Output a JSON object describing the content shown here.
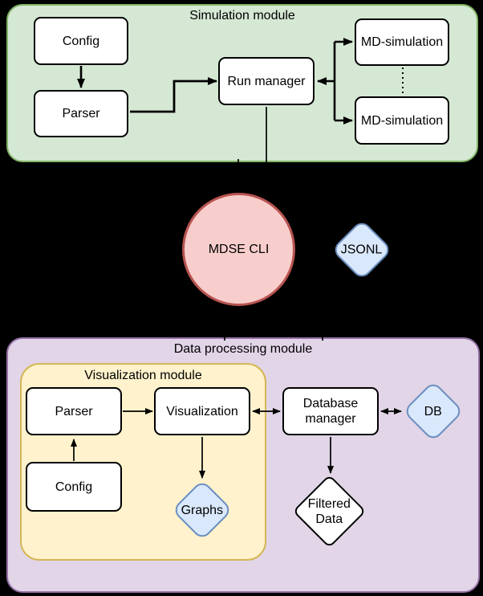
{
  "canvas": {
    "background": "#000000"
  },
  "simulation_module": {
    "title": "Simulation module",
    "fill": "#d5e8d4",
    "stroke": "#82b366",
    "nodes": {
      "config": "Config",
      "parser": "Parser",
      "run_manager": "Run manager",
      "md_simulation_1": "MD-simulation",
      "md_simulation_2": "MD-simulation"
    }
  },
  "cli": {
    "label": "MDSE CLI",
    "fill": "#f8cecc",
    "stroke": "#b85450"
  },
  "jsonl": {
    "label": "JSONL",
    "fill": "#dae8fc",
    "stroke": "#6c8ebf"
  },
  "data_processing_module": {
    "title": "Data processing module",
    "fill": "#e1d5e7",
    "stroke": "#9673a6",
    "visualization_module": {
      "title": "Visualization module",
      "fill": "#fff2cc",
      "stroke": "#d6b656",
      "nodes": {
        "parser": "Parser",
        "visualization": "Visualization",
        "config": "Config"
      },
      "graphs": {
        "label": "Graphs",
        "fill": "#dae8fc",
        "stroke": "#6c8ebf"
      }
    },
    "database_manager": {
      "line1": "Database",
      "line2": "manager"
    },
    "db": {
      "label": "DB",
      "fill": "#dae8fc",
      "stroke": "#6c8ebf"
    },
    "filtered_data": {
      "line1": "Filtered",
      "line2": "Data"
    }
  }
}
